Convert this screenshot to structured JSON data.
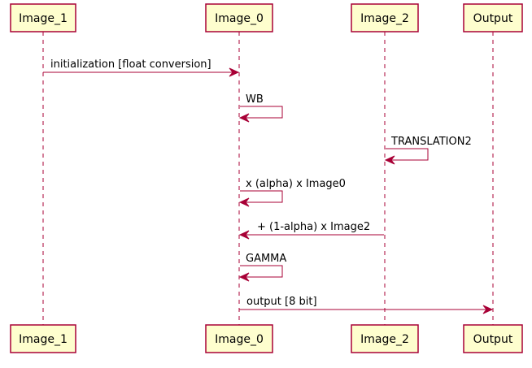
{
  "participants": [
    {
      "id": "image1",
      "label": "Image_1"
    },
    {
      "id": "image0",
      "label": "Image_0"
    },
    {
      "id": "image2",
      "label": "Image_2"
    },
    {
      "id": "output",
      "label": "Output"
    }
  ],
  "messages": [
    {
      "from": "image1",
      "to": "image0",
      "label": "initialization [float conversion]"
    },
    {
      "from": "image0",
      "to": "image0",
      "label": "WB"
    },
    {
      "from": "image2",
      "to": "image2",
      "label": "TRANSLATION2"
    },
    {
      "from": "image0",
      "to": "image0",
      "label": "x (alpha) x Image0"
    },
    {
      "from": "image2",
      "to": "image0",
      "label": "+ (1-alpha) x Image2"
    },
    {
      "from": "image0",
      "to": "image0",
      "label": "GAMMA"
    },
    {
      "from": "image0",
      "to": "output",
      "label": "output [8 bit]"
    }
  ],
  "colors": {
    "participant_fill": "#fefece",
    "line": "#a80036",
    "text": "#000000",
    "background": "#ffffff"
  }
}
